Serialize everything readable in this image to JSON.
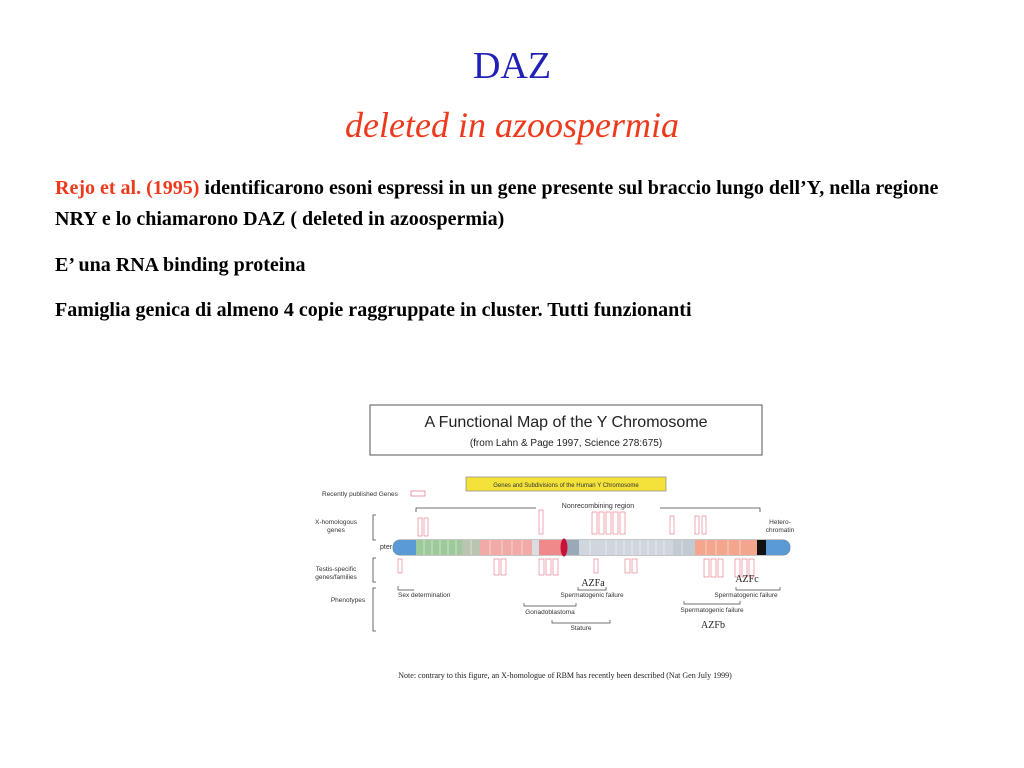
{
  "slide": {
    "title": "DAZ",
    "subtitle": "deleted in azoospermia",
    "p1_ref": "Rejo et al. (1995)",
    "p1_text": " identificarono esoni espressi in un gene presente sul braccio lungo dell’Y, nella regione NRY e lo chiamarono DAZ ( deleted in azoospermia)",
    "p2": "E’ una RNA binding proteina",
    "p3": "Famiglia genica di almeno 4 copie raggruppate in cluster. Tutti funzionanti"
  },
  "figure": {
    "box_title": "A Functional Map of the Y Chromosome",
    "box_subtitle": "(from Lahn & Page 1997, Science 278:675)",
    "banner": "Genes and Subdivisions of the Human Y Chromosome",
    "left_labels": {
      "recent": "Recently published Genes",
      "xhom_1": "X-homologous",
      "xhom_2": "genes",
      "pter": "pter",
      "testis_1": "Testis-specific",
      "testis_2": "genes/families",
      "phenotypes": "Phenotypes"
    },
    "nonrecombining": "Nonrecombining region",
    "hetero_1": "Hetero-",
    "hetero_2": "chromatin",
    "phenotypes": {
      "sex_determination": "Sex determination",
      "spermatogenic_a": "Spermatogenic failure",
      "gonadoblastoma": "Gonadoblastoma",
      "stature": "Stature",
      "spermatogenic_b": "Spermatogenic failure",
      "spermatogenic_c": "Spermatogenic failure"
    },
    "azf": {
      "a": "AZFa",
      "b": "AZFb",
      "c": "AZFc"
    },
    "note": "Note: contrary to this figure, an X-homologue of RBM has recently been described (Nat Gen July 1999)",
    "colors": {
      "title_blue": "#2121b8",
      "accent_red": "#ee3a1c",
      "banner_yellow": "#f3e23a",
      "centromere": "#c8123a",
      "pter_cap": "#5b9bd5"
    }
  }
}
